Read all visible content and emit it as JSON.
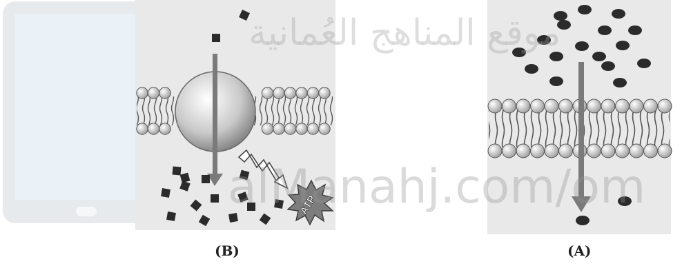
{
  "captions": {
    "left": "(B)",
    "right": "(A)"
  },
  "atp_label": "ATP",
  "watermark": {
    "arabic": "موقع المناهج العُمانية",
    "latin": "alManahj.com/om"
  },
  "colors": {
    "panel": "#e9e9e9",
    "particle": "#2b2b2b",
    "arrow": "#7a7a7a",
    "membrane_head": "#d8d8d8"
  },
  "icons": [
    "tablet-logo-watermark",
    "protein-channel",
    "energy-zigzag-arrow",
    "atp-starburst"
  ]
}
